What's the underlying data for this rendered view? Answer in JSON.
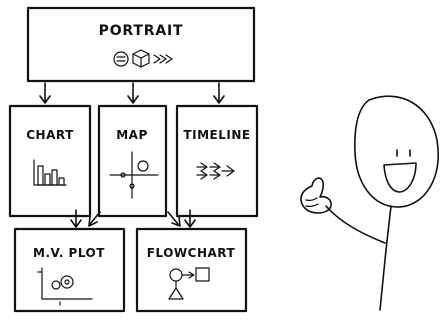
{
  "diagram": {
    "top": {
      "label": "PORTRAIT"
    },
    "row1": [
      {
        "label": "CHART"
      },
      {
        "label": "MAP"
      },
      {
        "label": "TIMELINE"
      }
    ],
    "row2": [
      {
        "label": "M.V. PLOT"
      },
      {
        "label": "FLOWCHART"
      }
    ]
  },
  "character": {
    "gesture": "thumbs-up",
    "expression": "smiling"
  },
  "colors": {
    "ink": "#111111",
    "paper": "#ffffff"
  }
}
